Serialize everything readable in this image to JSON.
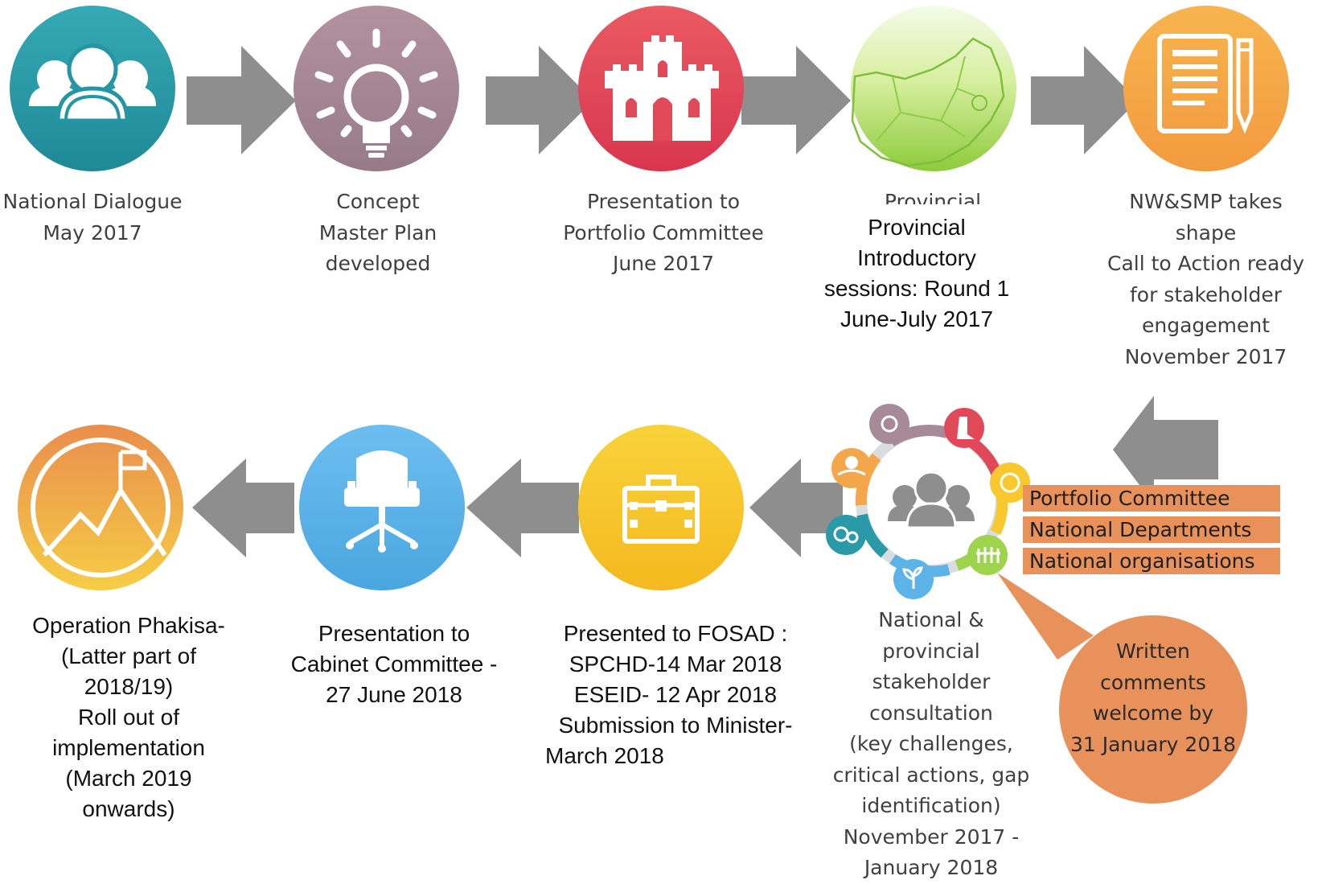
{
  "colors": {
    "arrow": "#8e8e8e",
    "teal": "#2b9aa8",
    "mauve": "#a58896",
    "red": "#e04a58",
    "green": "#9ed34c",
    "orange": "#f4a74a",
    "yellow": "#f7c92f",
    "blue": "#5cb3e8",
    "sunset": "#f1b24d",
    "tag_fill": "#e8915b"
  },
  "steps": [
    {
      "icon": "people-icon",
      "lines": [
        "National Dialogue",
        "May 2017"
      ]
    },
    {
      "icon": "lightbulb-icon",
      "lines": [
        "Concept",
        "Master Plan",
        "developed"
      ]
    },
    {
      "icon": "parliament-castle-icon",
      "lines": [
        "Presentation to",
        "Portfolio Committee",
        "June 2017"
      ]
    },
    {
      "icon": "south-africa-map-icon",
      "overlap_fragment": "Provincial",
      "lines": [
        "Provincial",
        "Introductory",
        "sessions: Round 1",
        "June-July 2017"
      ]
    },
    {
      "icon": "document-pen-icon",
      "lines": [
        "NW&SMP takes",
        "shape",
        "Call to Action ready",
        "for stakeholder",
        "engagement",
        "November 2017"
      ]
    },
    {
      "icon": "stakeholder-hub-icon",
      "lines": [
        "National &",
        "provincial",
        "stakeholder",
        "consultation",
        "(key challenges,",
        "critical actions, gap",
        "identification)",
        "November 2017 -",
        "January 2018"
      ]
    },
    {
      "icon": "briefcase-icon",
      "lines": [
        "Presented to FOSAD :",
        "SPCHD-14 Mar 2018",
        "ESEID- 12 Apr 2018",
        "Submission to Minister-",
        "March 2018"
      ]
    },
    {
      "icon": "office-chair-icon",
      "lines": [
        "Presentation to",
        "Cabinet Committee -",
        "27 June 2018"
      ]
    },
    {
      "icon": "mountain-flag-icon",
      "lines": [
        "Operation Phakisa-",
        "(Latter part of",
        "2018/19)",
        "Roll out of",
        "implementation",
        "(March 2019",
        "onwards)"
      ]
    }
  ],
  "tags": [
    "Portfolio Committee",
    "National Departments",
    "National organisations"
  ],
  "callout": [
    "Written",
    "comments",
    "welcome by",
    "31 January 2018"
  ]
}
